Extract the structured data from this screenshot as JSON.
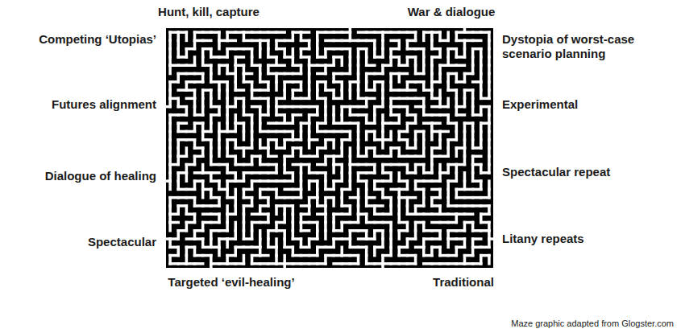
{
  "diagram": {
    "labels": [
      "Hunt, kill, capture",
      "War & dialogue",
      "Competing ‘Utopias’",
      "Dystopia of worst-case scenario planning",
      "Futures alignment",
      "Experimental",
      "Dialogue of healing",
      "Spectacular repeat",
      "Spectacular",
      "Litany repeats",
      "Targeted ‘evil-healing’",
      "Traditional",
      "Maze graphic adapted from Glogster.com"
    ]
  }
}
